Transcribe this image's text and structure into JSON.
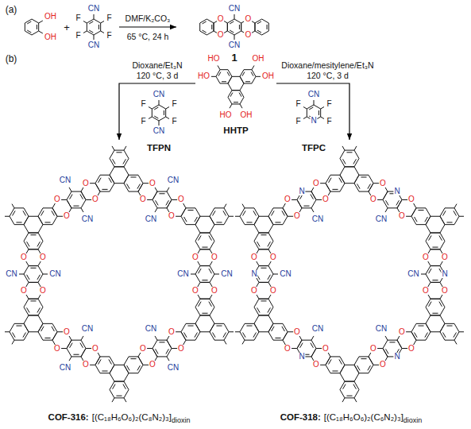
{
  "diagram": {
    "nodes": [
      {
        "text": [
          "TFPN"
        ]
      },
      {
        "text": [
          "HHTP"
        ]
      },
      {
        "text": [
          "TFPC"
        ]
      },
      {
        "text": [
          "COF-316:",
          "[(C₁₈H₆O₆)₂(C₈N₂)₃]",
          "dioxin"
        ]
      },
      {
        "text": [
          "COF-318:",
          "[(C₁₈H₆O₆)₂(C₆N₂)₃]",
          "dioxin"
        ]
      }
    ],
    "edges": [
      {
        "from": 1,
        "to": 3,
        "arrow": "to",
        "label": "Dioxane/Et₃N 120 °C, 3 d"
      },
      {
        "from": 1,
        "to": 4,
        "arrow": "to",
        "label": "Dioxane/mesitylene/Et₃N 120 °C, 3 d"
      }
    ],
    "labels": [
      "(a)",
      "OH",
      "OH",
      "+",
      "CN",
      "F",
      "F",
      "F",
      "F",
      "CN",
      "DMF/K₂CO₃",
      "65 °C, 24 h",
      "O",
      "O",
      "O",
      "O",
      "CN",
      "CN",
      "1",
      "(b)",
      "HO",
      "HO",
      "OH",
      "OH",
      "OH",
      "HO",
      "CN",
      "F",
      "F",
      "F",
      "F",
      "CN",
      "CN",
      "F",
      "F",
      "F",
      "F",
      "N",
      "O",
      "O",
      "CN",
      "CN",
      "O",
      "O",
      "O",
      "O",
      "CN",
      "CN",
      "O",
      "O",
      "O",
      "O",
      "CN",
      "CN",
      "O",
      "O",
      "O",
      "O",
      "CN",
      "CN",
      "O",
      "O",
      "O",
      "O",
      "CN",
      "CN",
      "O",
      "O",
      "O",
      "O",
      "CN",
      "CN",
      "O",
      "O",
      "O",
      "O",
      "CN",
      "N",
      "O",
      "O",
      "O",
      "O",
      "CN",
      "N",
      "O",
      "O",
      "O",
      "O",
      "CN",
      "N",
      "O",
      "O",
      "O",
      "O",
      "CN",
      "N",
      "O",
      "O",
      "O",
      "O",
      "CN",
      "N",
      "O",
      "O",
      "O",
      "O",
      "CN",
      "N",
      "O",
      "O"
    ]
  }
}
